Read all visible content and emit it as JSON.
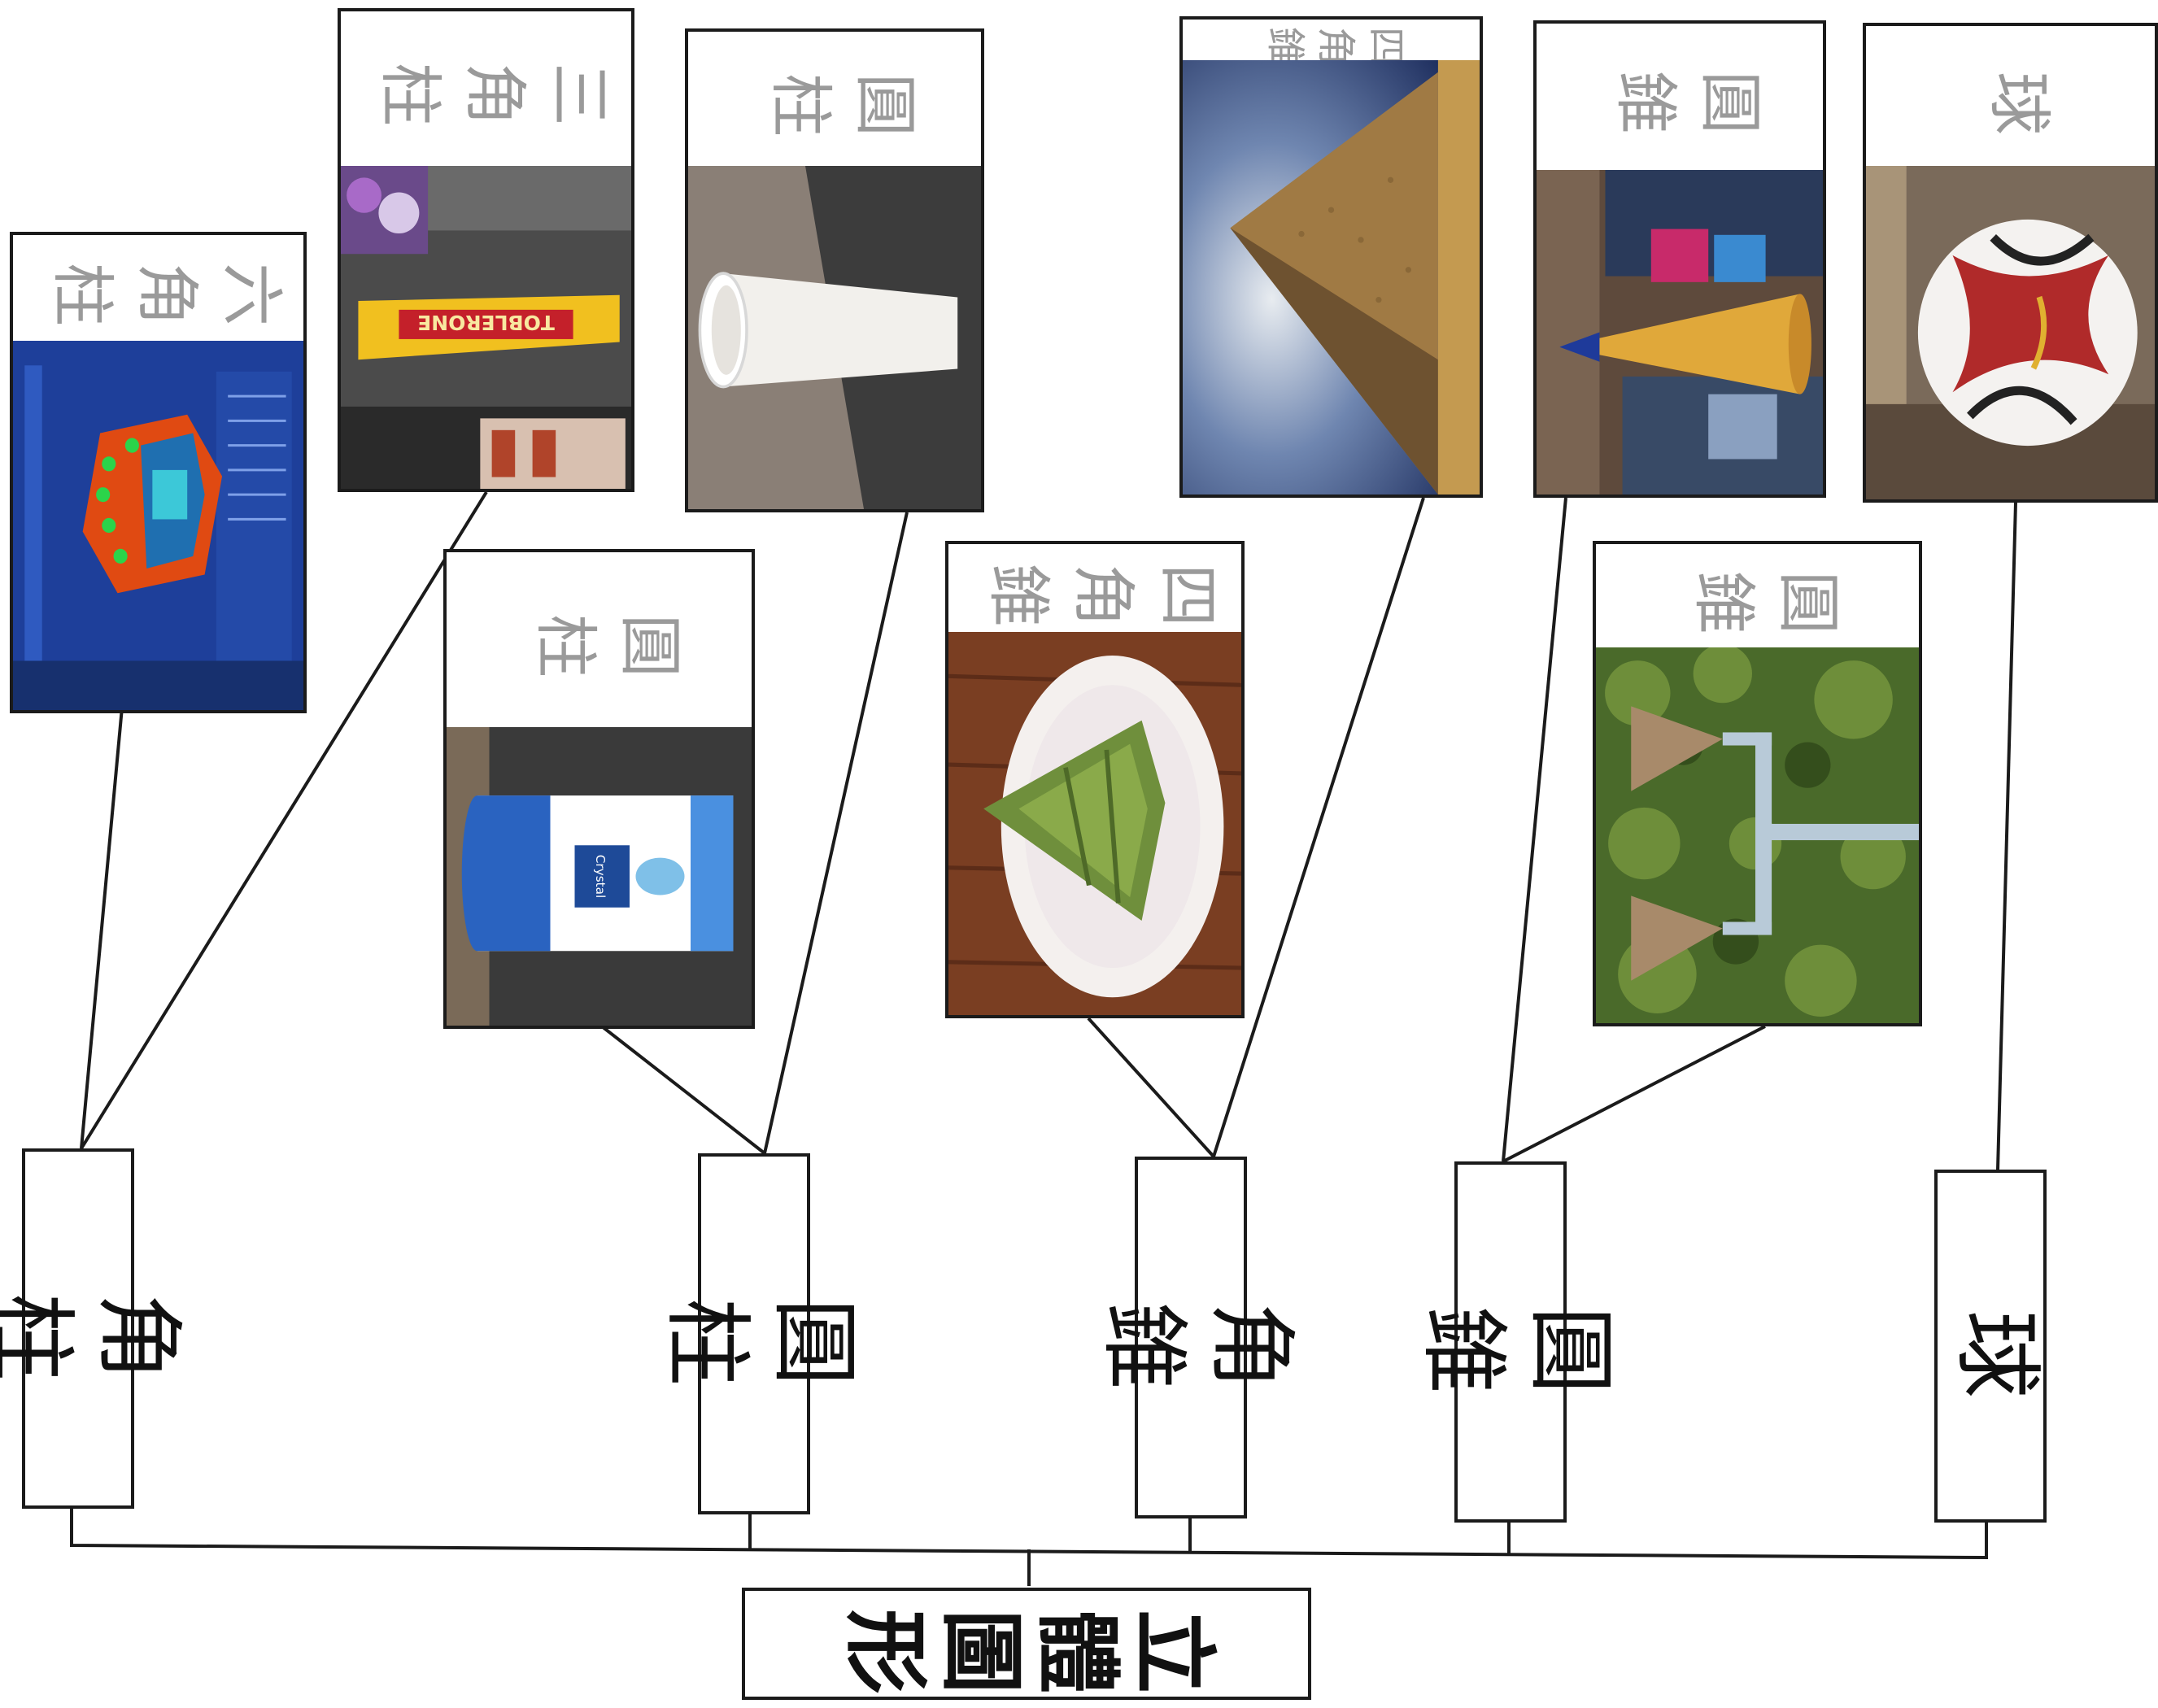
{
  "root": {
    "label": "立體圖形"
  },
  "categories": [
    {
      "id": "prism",
      "label": "角柱"
    },
    {
      "id": "cylinder",
      "label": "圓柱"
    },
    {
      "id": "pyramid",
      "label": "角錐"
    },
    {
      "id": "cone",
      "label": "圓錐"
    },
    {
      "id": "sphere",
      "label": "球"
    }
  ],
  "examples": [
    {
      "category": "prism",
      "handwritten": "六角柱",
      "photo": "hexagonal-box-photo"
    },
    {
      "category": "prism",
      "handwritten": "三角柱",
      "photo": "toblerone-photo",
      "brand_text": "TOBLERONE"
    },
    {
      "category": "cylinder",
      "handwritten": "圓柱",
      "photo": "paper-cup-photo"
    },
    {
      "category": "cylinder",
      "handwritten": "圓柱",
      "photo": "drink-cup-photo",
      "brand_text": "Crystal"
    },
    {
      "category": "pyramid",
      "handwritten": "四角錐",
      "photo": "zongzi-photo"
    },
    {
      "category": "pyramid",
      "handwritten": "四角錐",
      "photo": "pyramid-photo"
    },
    {
      "category": "cone",
      "handwritten": "圓錐",
      "photo": "cone-toy-photo"
    },
    {
      "category": "cone",
      "handwritten": "圓錐",
      "photo": "lamp-post-photo"
    },
    {
      "category": "sphere",
      "handwritten": "球",
      "photo": "soccer-ball-photo"
    }
  ]
}
